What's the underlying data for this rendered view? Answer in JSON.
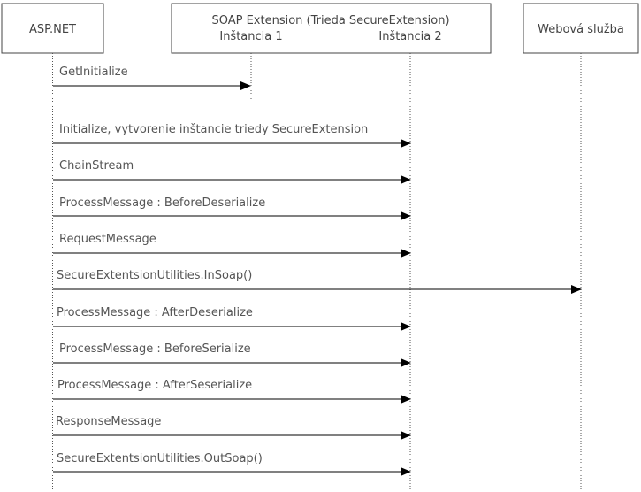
{
  "participants": {
    "aspnet": {
      "label": "ASP.NET"
    },
    "soap": {
      "title": "SOAP Extension (Trieda SecureExtension)",
      "instance1": "Inštancia 1",
      "instance2": "Inštancia 2"
    },
    "webservice": {
      "label": "Webová služba"
    }
  },
  "messages": [
    {
      "label": "GetInitialize",
      "to": "instance1"
    },
    {
      "label": "Initialize, vytvorenie inštancie triedy SecureExtension",
      "to": "instance2"
    },
    {
      "label": "ChainStream",
      "to": "instance2"
    },
    {
      "label": "ProcessMessage : BeforeDeserialize",
      "to": "instance2"
    },
    {
      "label": "RequestMessage",
      "to": "instance2"
    },
    {
      "label": "SecureExtentsionUtilities.InSoap()",
      "to": "webservice"
    },
    {
      "label": "ProcessMessage : AfterDeserialize",
      "to": "instance2"
    },
    {
      "label": "ProcessMessage : BeforeSerialize",
      "to": "instance2"
    },
    {
      "label": "ProcessMessage : AfterSeserialize",
      "to": "instance2"
    },
    {
      "label": "ResponseMessage",
      "to": "instance2"
    },
    {
      "label": "SecureExtentsionUtilities.OutSoap()",
      "to": "instance2"
    }
  ]
}
